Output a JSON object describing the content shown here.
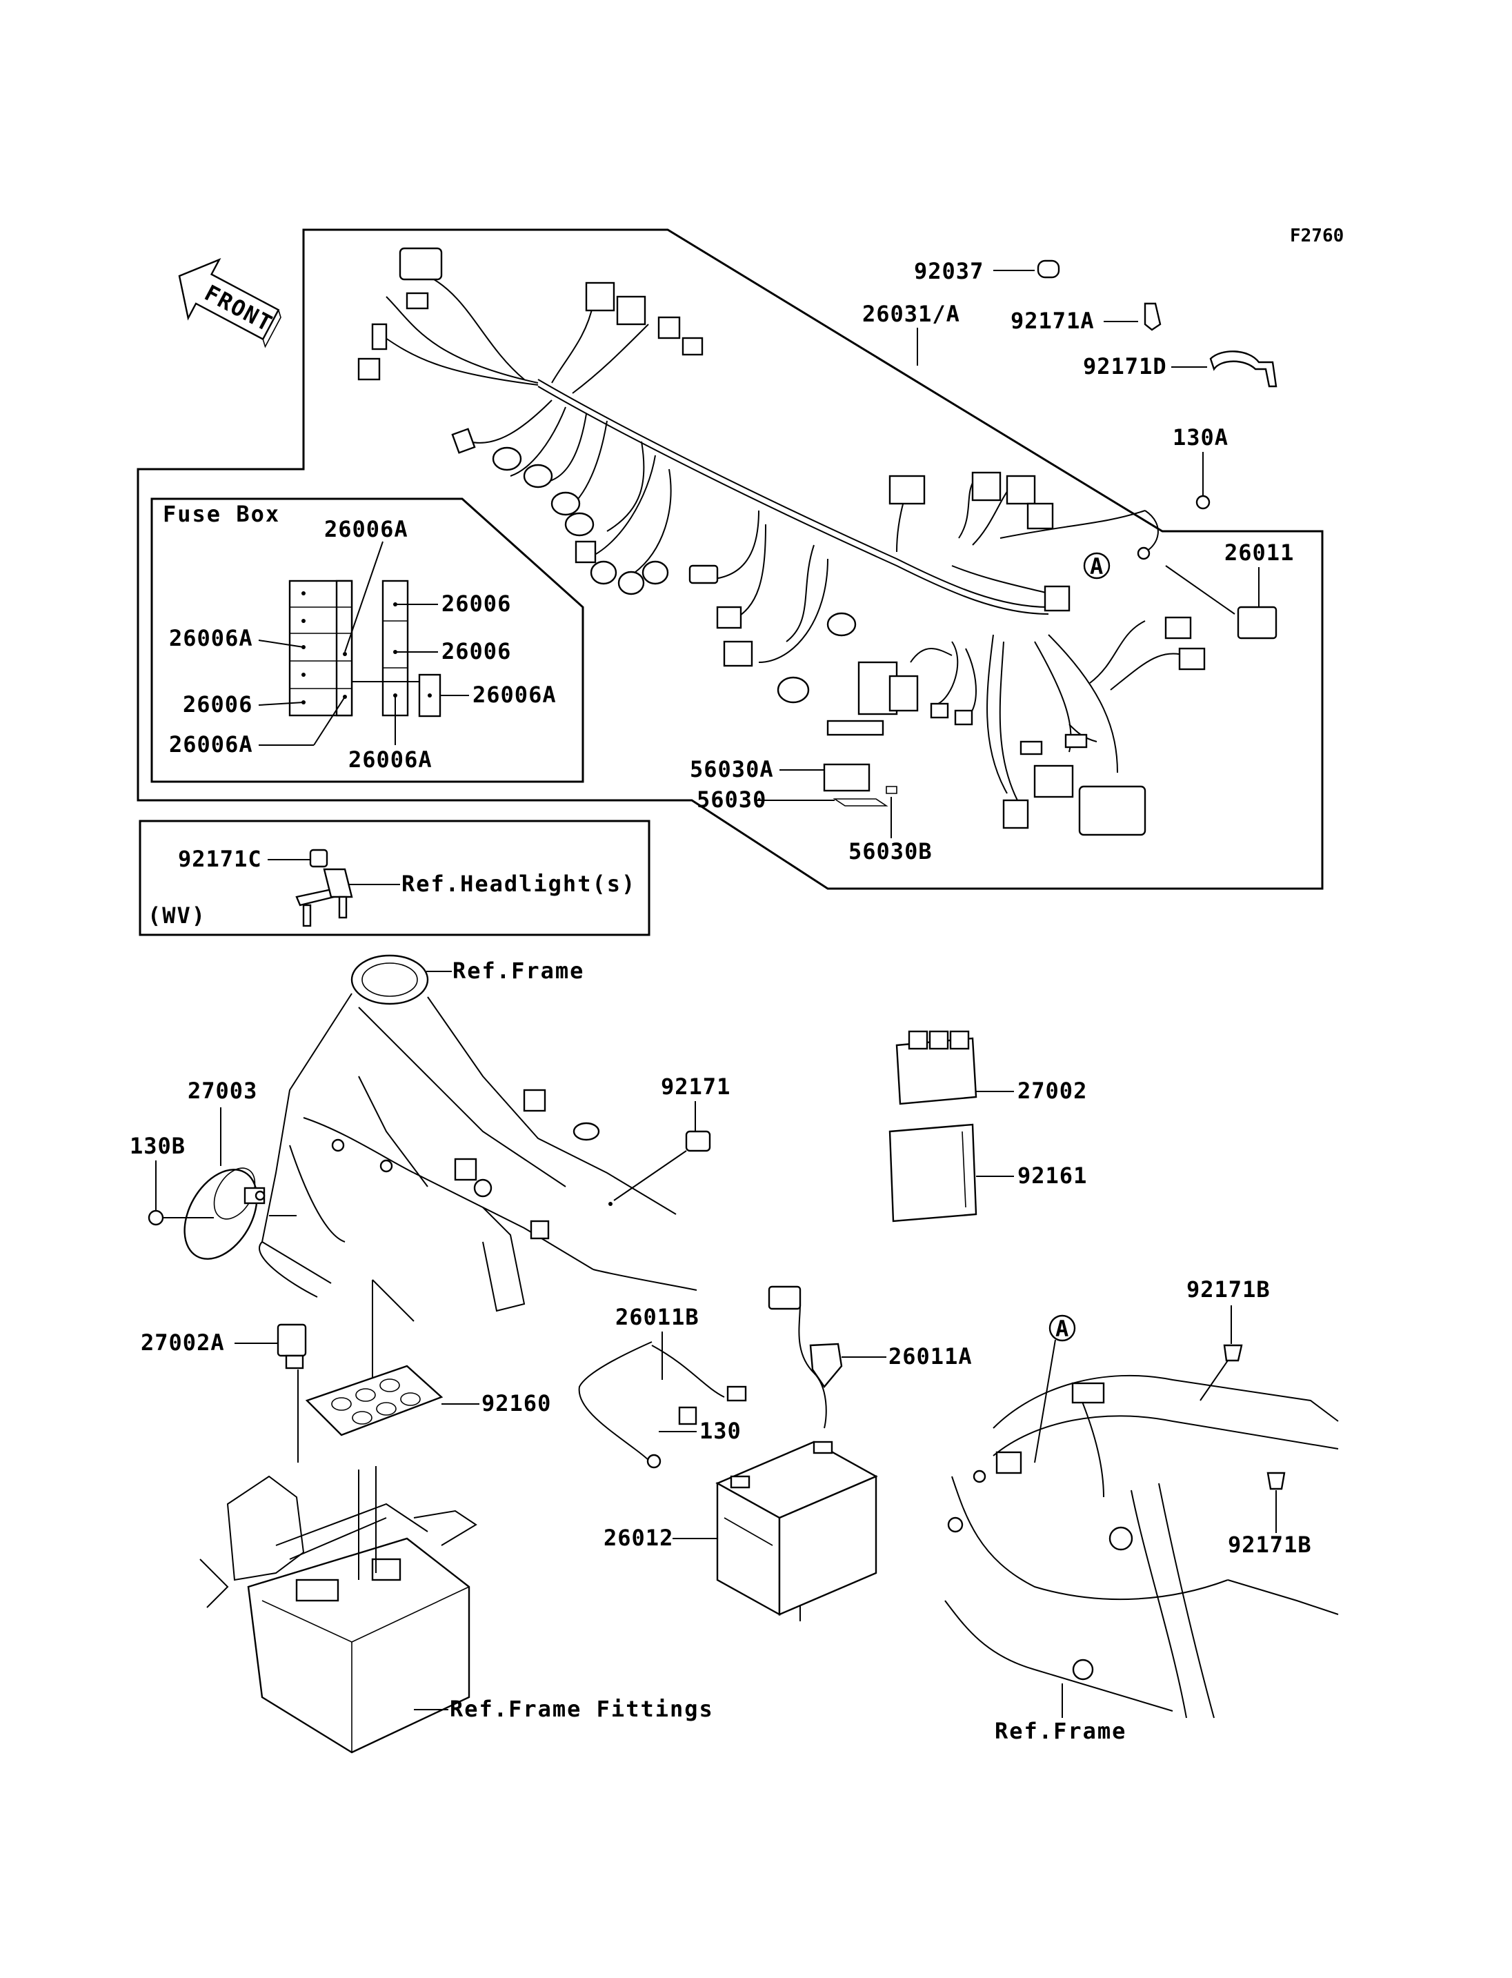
{
  "diagram": {
    "code": "F2760",
    "front_label": "FRONT",
    "fuse_box_title": "Fuse Box",
    "wv_label": "(WV)",
    "circle_marker": "A",
    "harness_parts": {
      "p92037": "92037",
      "p26031A": "26031/A",
      "p92171A": "92171A",
      "p92171D": "92171D",
      "p130A": "130A",
      "p26011": "26011",
      "p56030A": "56030A",
      "p56030": "56030",
      "p56030B": "56030B"
    },
    "fuse_parts": {
      "f1": "26006A",
      "f2": "26006",
      "f3": "26006A",
      "f4": "26006",
      "f5": "26006",
      "f6": "26006A",
      "f7": "26006A",
      "f8": "26006A"
    },
    "headlight_box": {
      "part": "92171C",
      "ref": "Ref.Headlight(s)"
    },
    "lower_parts": {
      "ref_frame_top": "Ref.Frame",
      "p27003": "27003",
      "p130B": "130B",
      "p92171": "92171",
      "p27002": "27002",
      "p92161": "92161",
      "p27002A": "27002A",
      "p92160": "92160",
      "p26011B": "26011B",
      "p130": "130",
      "p26011A": "26011A",
      "p26012": "26012",
      "ref_frame_fittings": "Ref.Frame Fittings",
      "p92171B_top": "92171B",
      "p92171B_bottom": "92171B",
      "ref_frame_bottom": "Ref.Frame"
    }
  }
}
